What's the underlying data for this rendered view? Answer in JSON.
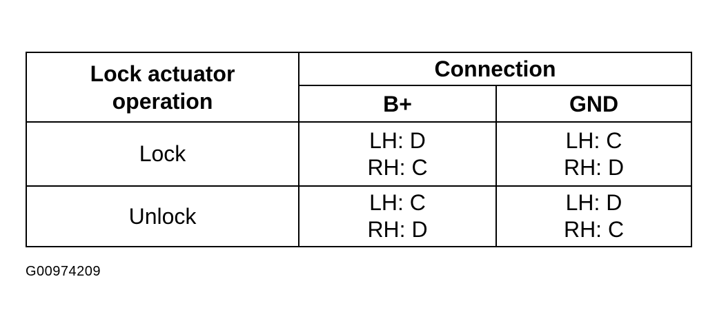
{
  "table": {
    "header": {
      "operation_line1": "Lock actuator",
      "operation_line2": "operation",
      "connection": "Connection",
      "bplus": "B+",
      "gnd": "GND"
    },
    "rows": [
      {
        "operation": "Lock",
        "bplus": [
          "LH: D",
          "RH: C"
        ],
        "gnd": [
          "LH: C",
          "RH: D"
        ]
      },
      {
        "operation": "Unlock",
        "bplus": [
          "LH: C",
          "RH: D"
        ],
        "gnd": [
          "LH: D",
          "RH: C"
        ]
      }
    ]
  },
  "figure_id": "G00974209"
}
